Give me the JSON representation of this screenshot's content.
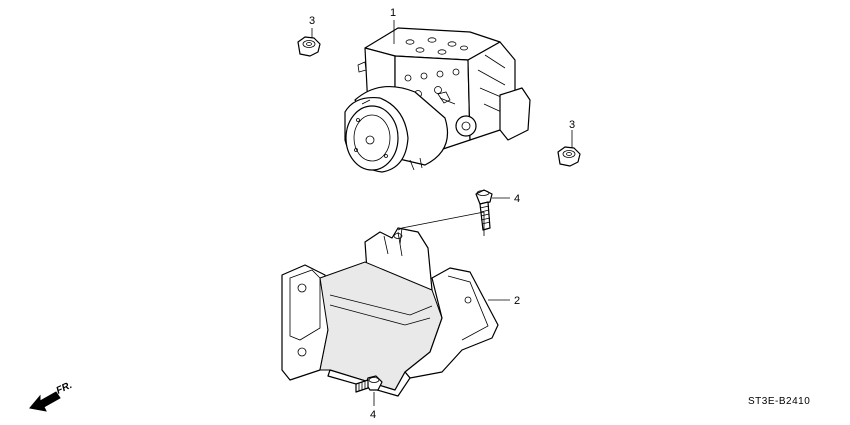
{
  "callouts": {
    "modulator": "1",
    "bracket": "2",
    "nut_top": "3",
    "nut_right": "3",
    "bolt_upper": "4",
    "bolt_lower": "4"
  },
  "direction_label": "FR.",
  "diagram_code": "ST3E-B2410"
}
